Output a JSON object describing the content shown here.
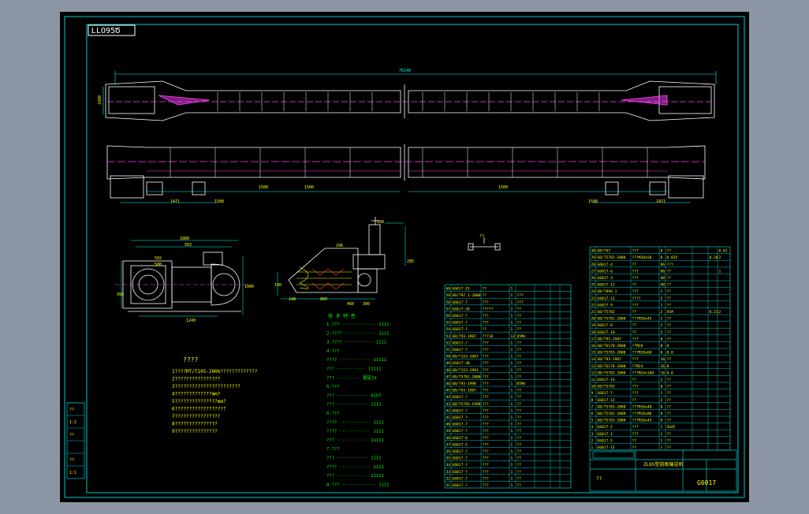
{
  "drawing": {
    "stamp": "ԼLO95Ծ",
    "sheet_code": "G6017",
    "title_block_name": "ZL65型刮板输送机",
    "title_block_sub": "??",
    "top_view": {
      "overall_dim": "76140",
      "left_height": "1880"
    },
    "side_view": {
      "dims_left": [
        "1471",
        "1588",
        "1500",
        "1500"
      ],
      "dims_right": [
        "1500",
        "1588",
        "1471"
      ]
    },
    "motor_view": {
      "dims": [
        "1880",
        "993",
        "592",
        "500",
        "950",
        "1000",
        "1240"
      ]
    },
    "chute_view": {
      "dims": [
        "180",
        "296",
        "285",
        "190",
        "148",
        "860",
        "460",
        "300"
      ]
    },
    "chain_label": "??",
    "notes_title": "????",
    "notes_lines": [
      "1????MT/T105-2006?????????????",
      "2????????????????",
      "3???????????????????????",
      "4?????????????mm?",
      "5???????????????mm?",
      "6??????????????????",
      "7????????????????",
      "8???????????????",
      "9???????????????"
    ],
    "specs_title": "技 术 特 性",
    "specs_lines": [
      "1.??? ············· 1111",
      "2.???? ············ 1111",
      "3.???? ··········· 1111",
      "4.???",
      "  ???? ············ 11111",
      "  ??? ··········· 11111",
      "  ??? ········· 额定11 ",
      "5.???",
      "  ??? ············ 6207",
      "  ??? ············ 1111",
      "6.???",
      "  ???? ············ 1111",
      "  ???? ············ 1111",
      "  ??? ············ 11111",
      "7.???",
      "  ??? ············ 1111",
      "  ???? ············ 1111",
      "  ??? ············ 11111",
      "8.??? ············· 1111"
    ],
    "rev_table_rows": [
      "??",
      "1:2",
      "??",
      "",
      "??",
      "1:1"
    ],
    "bom_right_rows": [
      [
        "30",
        "GB/T97",
        "???",
        "8",
        "??",
        "",
        "",
        "0.01"
      ],
      [
        "29",
        "GB/T5782-2000",
        "???M30x50",
        "8",
        "0.035",
        "",
        "0.28",
        "2"
      ],
      [
        "28",
        "G6017-4",
        "??",
        "96",
        "???",
        "",
        "",
        ""
      ],
      [
        "27",
        "G6017-6",
        "???",
        "96",
        "??",
        "",
        "",
        "1"
      ],
      [
        "26",
        "G6017-3",
        "???",
        "48",
        "??",
        "",
        "",
        ""
      ],
      [
        "25",
        "G6017-11",
        "??",
        "48",
        "??",
        "",
        "",
        ""
      ],
      [
        "24",
        "GB/T894.1",
        "???",
        "2",
        "??",
        "",
        "",
        ""
      ],
      [
        "23",
        "G6017-12",
        "????",
        "2",
        "??",
        "",
        "",
        ""
      ],
      [
        "22",
        "G6017-9",
        "???",
        "1",
        "??",
        "",
        "",
        ""
      ],
      [
        "21",
        "GB/T5782",
        "??",
        "2",
        "45#",
        "",
        "0.21",
        "2"
      ],
      [
        "20",
        "GB/T5782-2000",
        "???M30x45",
        "2",
        "??",
        "",
        "",
        ""
      ],
      [
        "19",
        "G6017-8",
        "??",
        "2",
        "??",
        "",
        "",
        ""
      ],
      [
        "18",
        "G6017-10",
        "??",
        "2",
        "??",
        "",
        "",
        ""
      ],
      [
        "17",
        "GB/T93-1987",
        "???",
        "8",
        "??",
        "",
        "",
        ""
      ],
      [
        "16",
        "GB/T6170-2000",
        "??M20",
        "8",
        "8",
        "",
        "",
        ""
      ],
      [
        "15",
        "GB/T5783-2000",
        "???M20x60",
        "8",
        "8.8",
        "",
        "",
        ""
      ],
      [
        "14",
        "GB/T93-1987",
        "???",
        "16",
        "??",
        "",
        "",
        ""
      ],
      [
        "13",
        "GB/T6170-2000",
        "??M24",
        "16",
        "8",
        "",
        "",
        ""
      ],
      [
        "12",
        "GB/T5782-2000",
        "???M24x100",
        "16",
        "8.8",
        "",
        "",
        ""
      ],
      [
        "11",
        "G6017-14",
        "??",
        "1",
        "??",
        "",
        "",
        ""
      ],
      [
        "10",
        "GB/T5783",
        "???",
        "8",
        "??",
        "",
        "",
        ""
      ],
      [
        "9",
        "G6017-7",
        "???",
        "1",
        "??",
        "",
        "",
        ""
      ],
      [
        "8",
        "G6017-13",
        "??",
        "2",
        "??",
        "",
        "",
        ""
      ],
      [
        "7",
        "GB/T5783-2000",
        "???M16x40",
        "8",
        "??",
        "",
        "",
        ""
      ],
      [
        "6",
        "GB/T5782-2000",
        "???M16x80",
        "8",
        "??",
        "",
        "",
        ""
      ],
      [
        "5",
        "GB/T5783-2000",
        "???M16x45",
        "8",
        "??",
        "",
        "",
        ""
      ],
      [
        "4",
        "G6017-2",
        "???",
        "1",
        "ZG45",
        "",
        "",
        ""
      ],
      [
        "3",
        "G6017-1",
        "???",
        "1",
        "??",
        "",
        "",
        ""
      ],
      [
        "2",
        "G6017-5",
        "??",
        "1",
        "??",
        "",
        "",
        ""
      ],
      [
        "1",
        "G6017-15",
        "??",
        "1",
        "??",
        "",
        "",
        ""
      ]
    ],
    "bom_left_rows": [
      [
        "60",
        "G6017-25",
        "??",
        "1",
        "",
        "",
        "",
        ""
      ],
      [
        "59",
        "GB/T97.1-2000",
        "??",
        "1",
        "???",
        "",
        "",
        ""
      ],
      [
        "58",
        "G6017-?",
        "???",
        "1",
        "???",
        "",
        "",
        ""
      ],
      [
        "57",
        "G6017-28",
        "?????",
        "2",
        "??",
        "",
        "",
        ""
      ],
      [
        "56",
        "G6017-?",
        "???",
        "1",
        "??",
        "",
        "",
        ""
      ],
      [
        "55",
        "G6017-?",
        "???",
        "1",
        "??",
        "",
        "",
        ""
      ],
      [
        "54",
        "G6017-?",
        "??",
        "1",
        "??",
        "",
        "",
        ""
      ],
      [
        "53",
        "GB/T93-1987",
        "???16",
        "12",
        "65Mn",
        "",
        "",
        ""
      ],
      [
        "52",
        "G6017-?",
        "???",
        "1",
        "??",
        "",
        "",
        ""
      ],
      [
        "51",
        "G6017-?",
        "???",
        "1",
        "??",
        "",
        "",
        ""
      ],
      [
        "50",
        "GB/T153-1987",
        "???",
        "1",
        "??",
        "",
        "",
        ""
      ],
      [
        "49",
        "G6017-30",
        "???",
        "1",
        "??",
        "",
        "",
        ""
      ],
      [
        "48",
        "GB/T153-1993",
        "???",
        "1",
        "??",
        "",
        "",
        ""
      ],
      [
        "47",
        "GB/T5782-2000",
        "???",
        "1",
        "??",
        "",
        "",
        ""
      ],
      [
        "46",
        "GB/T93-1998",
        "???",
        "1",
        "65Mn",
        "",
        "",
        ""
      ],
      [
        "45",
        "GB/T93-1987",
        "???",
        "1",
        "??",
        "",
        "",
        ""
      ],
      [
        "44",
        "G6017-?",
        "???",
        "1",
        "??",
        "",
        "",
        ""
      ],
      [
        "43",
        "GB/T5783-1998",
        "???",
        "1",
        "??",
        "",
        "",
        ""
      ],
      [
        "42",
        "G6017-?",
        "???",
        "1",
        "??",
        "",
        "",
        ""
      ],
      [
        "41",
        "G6017-?",
        "???",
        "1",
        "??",
        "",
        "",
        ""
      ],
      [
        "40",
        "G6017-7",
        "???",
        "1",
        "??",
        "",
        "",
        ""
      ],
      [
        "39",
        "G6017-?",
        "???",
        "1",
        "??",
        "",
        "",
        ""
      ],
      [
        "38",
        "G6017-6",
        "???",
        "1",
        "??",
        "",
        "",
        ""
      ],
      [
        "37",
        "G6017-5",
        "???",
        "1",
        "??",
        "",
        "",
        ""
      ],
      [
        "36",
        "G6017-?",
        "???",
        "1",
        "??",
        "",
        "",
        ""
      ],
      [
        "35",
        "G6017-?",
        "???",
        "1",
        "??",
        "",
        "",
        ""
      ],
      [
        "34",
        "G6017-?",
        "???",
        "1",
        "??",
        "",
        "",
        ""
      ],
      [
        "33",
        "G6017-?",
        "???",
        "1",
        "??",
        "",
        "",
        ""
      ],
      [
        "32",
        "G6017-?",
        "???",
        "1",
        "??",
        "",
        "",
        ""
      ],
      [
        "31",
        "G6017-?",
        "???",
        "1",
        "??",
        "",
        "",
        ""
      ]
    ],
    "colors": {
      "frame": "#00c8c8",
      "outline": "#ffffff",
      "dim": "#00ffff",
      "center": "#ff40ff",
      "text": "#ffff00",
      "note": "#00ff00"
    }
  }
}
